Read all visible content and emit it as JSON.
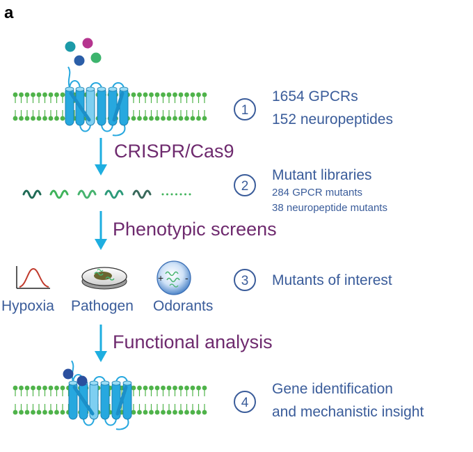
{
  "panel_label": "a",
  "colors": {
    "blue_text": "#3a5c9a",
    "purple_text": "#6e2a6e",
    "arrow": "#1eaee0",
    "receptor": "#27a8df",
    "receptor_light": "#7ecff1",
    "membrane": "#4fb34a",
    "step_circle": "#3a5c9a"
  },
  "steps": [
    {
      "number": "1",
      "lines": [
        "1654 GPCRs",
        "152 neuropeptides"
      ]
    },
    {
      "number": "2",
      "title": "Mutant libraries",
      "sub": [
        "284 GPCR mutants",
        "38 neuropeptide mutants"
      ]
    },
    {
      "number": "3",
      "title": "Mutants of interest"
    },
    {
      "number": "4",
      "lines": [
        "Gene identification",
        "and mechanistic insight"
      ]
    }
  ],
  "transitions": [
    "CRISPR/Cas9",
    "Phenotypic screens",
    "Functional analysis"
  ],
  "screens": [
    "Hypoxia",
    "Pathogen",
    "Odorants"
  ],
  "odorant_signs": {
    "plus": "+",
    "minus": "-"
  },
  "ligand_colors_top": [
    "#1c9aa8",
    "#b5358f",
    "#2b5ea8",
    "#3db46d"
  ],
  "ligand_colors_bottom": [
    "#2b4f9e",
    "#2b4f9e"
  ],
  "worm_colors": [
    "#1f6a55",
    "#3fb35a",
    "#46b36e",
    "#2c9a7a",
    "#38685a"
  ]
}
